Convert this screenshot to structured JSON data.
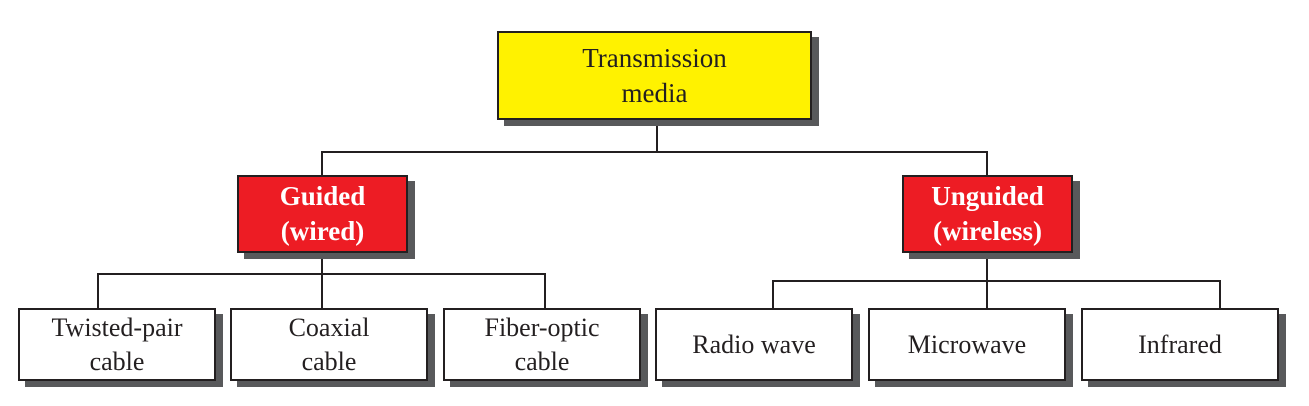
{
  "diagram": {
    "root": {
      "label": "Transmission\nmedia"
    },
    "guided": {
      "label": "Guided\n(wired)",
      "children": [
        {
          "label": "Twisted-pair\ncable"
        },
        {
          "label": "Coaxial\ncable"
        },
        {
          "label": "Fiber-optic\ncable"
        }
      ]
    },
    "unguided": {
      "label": "Unguided\n(wireless)",
      "children": [
        {
          "label": "Radio wave"
        },
        {
          "label": "Microwave"
        },
        {
          "label": "Infrared"
        }
      ]
    }
  },
  "colors": {
    "root_fill": "#fff200",
    "category_fill": "#ed1c24",
    "leaf_fill": "#ffffff",
    "line": "#231f20",
    "shadow": "#58595b"
  }
}
